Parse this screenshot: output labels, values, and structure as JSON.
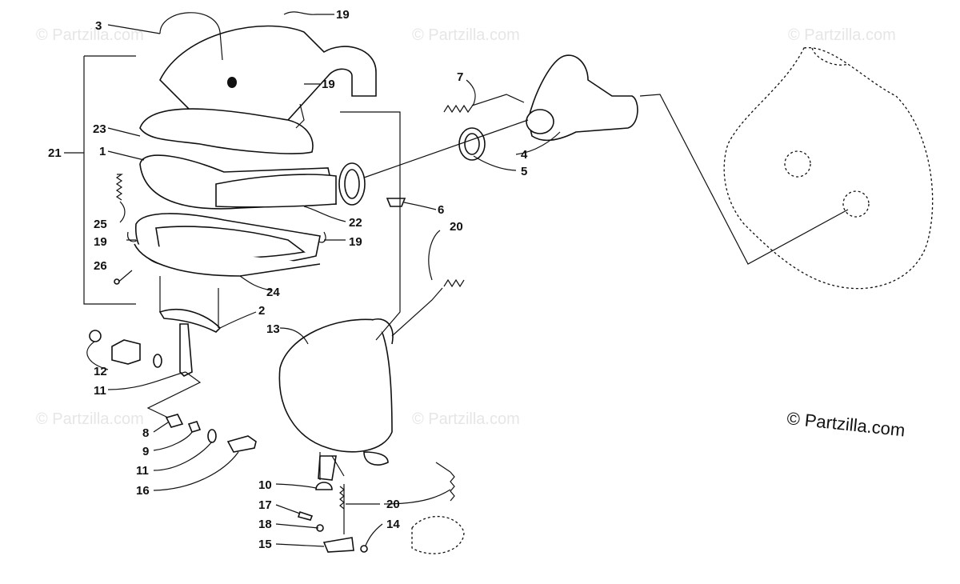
{
  "copyright": "© Partzilla.com",
  "watermark": "© Partzilla.com",
  "callouts": [
    "3",
    "19",
    "19",
    "7",
    "23",
    "1",
    "21",
    "4",
    "5",
    "25",
    "22",
    "6",
    "20",
    "19",
    "19",
    "26",
    "24",
    "2",
    "13",
    "12",
    "11",
    "8",
    "9",
    "11",
    "16",
    "10",
    "20",
    "17",
    "18",
    "14",
    "15"
  ]
}
